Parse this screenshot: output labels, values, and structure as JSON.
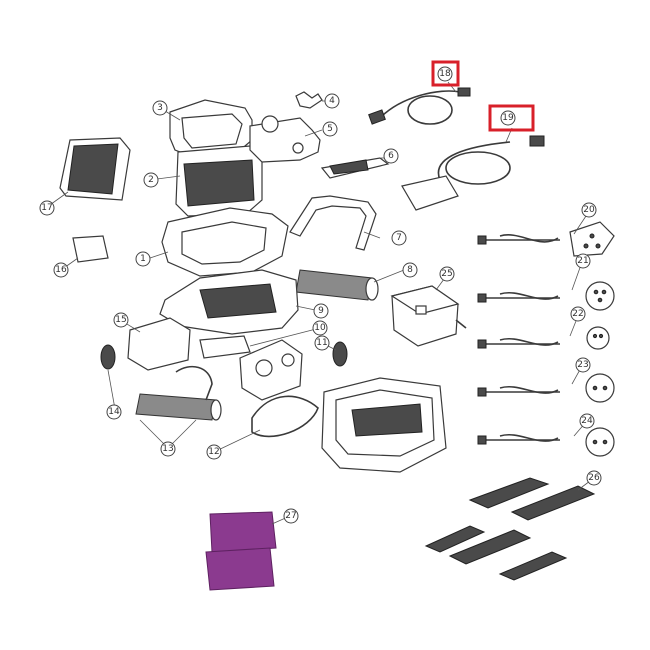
{
  "diagram": {
    "kind": "exploded-parts-view",
    "highlight_color": "#d8202a",
    "accent_color": "#8b3a8f",
    "callouts": [
      {
        "id": "1",
        "label": "1"
      },
      {
        "id": "2",
        "label": "2"
      },
      {
        "id": "3",
        "label": "3"
      },
      {
        "id": "4",
        "label": "4"
      },
      {
        "id": "5",
        "label": "5"
      },
      {
        "id": "6",
        "label": "6"
      },
      {
        "id": "7",
        "label": "7"
      },
      {
        "id": "8",
        "label": "8"
      },
      {
        "id": "9",
        "label": "9"
      },
      {
        "id": "10",
        "label": "10"
      },
      {
        "id": "11",
        "label": "11"
      },
      {
        "id": "12",
        "label": "12"
      },
      {
        "id": "13",
        "label": "13"
      },
      {
        "id": "14",
        "label": "14"
      },
      {
        "id": "15",
        "label": "15"
      },
      {
        "id": "16",
        "label": "16"
      },
      {
        "id": "17",
        "label": "17"
      },
      {
        "id": "18",
        "label": "18",
        "highlighted": true
      },
      {
        "id": "19",
        "label": "19",
        "highlighted": true
      },
      {
        "id": "20",
        "label": "20"
      },
      {
        "id": "21",
        "label": "21"
      },
      {
        "id": "22",
        "label": "22"
      },
      {
        "id": "23",
        "label": "23"
      },
      {
        "id": "24",
        "label": "24"
      },
      {
        "id": "25",
        "label": "25"
      },
      {
        "id": "26",
        "label": "26"
      },
      {
        "id": "27",
        "label": "27"
      }
    ]
  }
}
